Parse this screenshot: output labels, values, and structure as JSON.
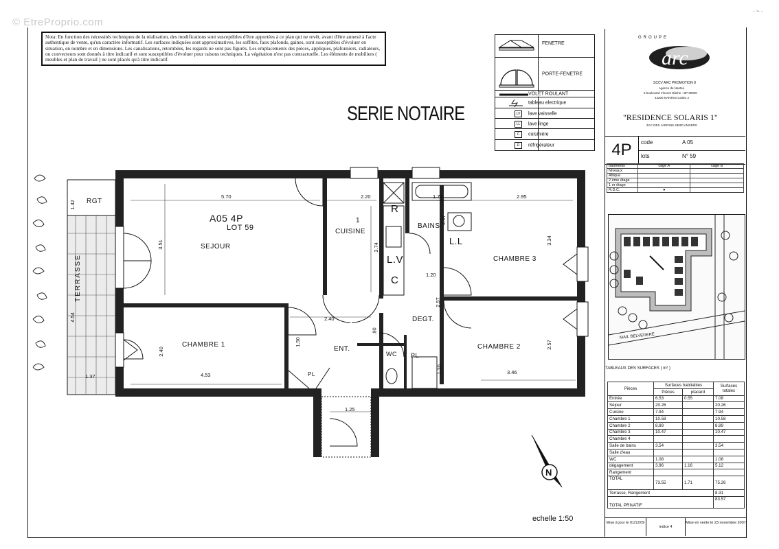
{
  "watermark": "© EtreProprio.com",
  "note": "Nota: En fonction des nécessités techniques de la réalisation, des modifications sont susceptibles d'être apportées à ce plan qui ne revêt, avant d'être annexé à l'acte authentique de vente, qu'un caractère informatif. Les surfaces indiquées sont approximatives, les soffites, faux plafonds, gaines, sont susceptibles d'évoluer en situation, en nombre et en dimensions. Les canalisations, retombées, les regards ne sont pas figurés. Les emplacements des pièces, appliques, plafonniers, radiateurs, ou convecteurs sont donnés à titre indicatif et sont susceptibles d'évoluer pour raisons techniques. La végétation n'est pas contractuelle. Les éléments de mobiliers ( meubles et plan de travail ) ne sont placés qu'à titre indicatif.",
  "title": "SERIE NOTAIRE",
  "legend": [
    {
      "label": "FENETRE"
    },
    {
      "label": "PORTE-FENETRE"
    },
    {
      "label": "VOLET ROULANT"
    },
    {
      "label": "tableau electrique"
    },
    {
      "label": "lave vaisselle",
      "code": "LV"
    },
    {
      "label": "lave linge",
      "code": "LL"
    },
    {
      "label": "cuisinière",
      "code": "C"
    },
    {
      "label": "réfrigérateur",
      "code": "R"
    }
  ],
  "brand": {
    "group": "GROUPE",
    "logo": "arc",
    "company": "SCCV ARC PROMOTION 8",
    "agency": "Agence de Nantes",
    "address1": "5 boulevard Vincent Gâche - BP 80000",
    "address2": "44200 NANTES Cedex 2"
  },
  "residence": "\"RESIDENCE SOLARIS 1\"",
  "residence_sub": "ZAC DES JARDINS 49000 ANGERS",
  "type_big": "4P",
  "code_label": "code",
  "code_value": "A 05",
  "lots_label": "lots",
  "lots_value": "N° 59",
  "bat_rows": [
    {
      "label": "bâtiments",
      "a": "cage A",
      "b": "cage B"
    },
    {
      "label": "Niveaux",
      "a": "",
      "b": ""
    },
    {
      "label": "Attique",
      "a": "",
      "b": ""
    },
    {
      "label": "2 ème étage",
      "a": "",
      "b": ""
    },
    {
      "label": "1 er étage",
      "a": "",
      "b": ""
    },
    {
      "label": "R.D.C.",
      "a": "●",
      "b": ""
    }
  ],
  "map_label": "MAIL BELVEDERE",
  "table_title": "TABLEAUX DES SURFACES ( m² )",
  "table_headers": {
    "pieces": "Pièces",
    "habitables": "Surfaces habitables",
    "pieces_col": "Pièces",
    "placard": "placard",
    "totales": "Surfaces totales"
  },
  "table_rows": [
    {
      "name": "Entrée",
      "pieces": "6.53",
      "placard": "0.55",
      "total": "7.08"
    },
    {
      "name": "Séjour",
      "pieces": "20.26",
      "placard": "",
      "total": "20.26"
    },
    {
      "name": "Cuisine",
      "pieces": "7.94",
      "placard": "",
      "total": "7.94"
    },
    {
      "name": "Chambre 1",
      "pieces": "10.58",
      "placard": "",
      "total": "10.58"
    },
    {
      "name": "Chambre 2",
      "pieces": "8.89",
      "placard": "",
      "total": "8.89"
    },
    {
      "name": "Chambre 3",
      "pieces": "10.47",
      "placard": "",
      "total": "10.47"
    },
    {
      "name": "Chambre 4",
      "pieces": "",
      "placard": "",
      "total": ""
    },
    {
      "name": "Salle de bains",
      "pieces": "3.54",
      "placard": "",
      "total": "3.54"
    },
    {
      "name": "Salle d'eau",
      "pieces": "",
      "placard": "",
      "total": ""
    },
    {
      "name": "WC",
      "pieces": "1.08",
      "placard": "",
      "total": "1.08"
    },
    {
      "name": "dégagement",
      "pieces": "3.96",
      "placard": "1.16",
      "total": "5.12"
    },
    {
      "name": "Rangement",
      "pieces": "",
      "placard": "",
      "total": ""
    }
  ],
  "total_row": {
    "name": "TOTAL",
    "pieces": "73.55",
    "placard": "1.71",
    "total": "75.26"
  },
  "terrasse": {
    "name": "Terrasse, Rangement",
    "total": "8.31"
  },
  "total_privatif": {
    "name": "TOTAL PRIVATIF",
    "total": "83.57"
  },
  "footer": {
    "maj": "Mise à jour le 01/12/09",
    "indice": "indice 4",
    "vente": "Mise en vente le 23 novembre 2007"
  },
  "scale": "echelle 1:50",
  "plan": {
    "lot_title": "A05  4P",
    "lot_sub": "LOT 59",
    "rooms": {
      "rgt": "RGT",
      "terrasse": "TERRASSE",
      "sejour": "SEJOUR",
      "cuisine": "CUISINE",
      "bains": "BAINS",
      "chambre3": "CHAMBRE 3",
      "chambre1": "CHAMBRE 1",
      "chambre2": "CHAMBRE 2",
      "degt": "DEGT.",
      "ent": "ENT.",
      "wc": "WC",
      "pl1": "PL",
      "pl2": "PL",
      "r": "R",
      "lv": "L.V",
      "c": "C",
      "ll": "L.L",
      "one": "1"
    },
    "dims": {
      "d570": "5.70",
      "d351": "3.51",
      "d220": "2.20",
      "d171": "1.71",
      "d295": "2.95",
      "d142": "1.42",
      "d374": "3.74",
      "d207": "2.07",
      "d334": "3.34",
      "d120a": "1.20",
      "d257a": "2.57",
      "d454": "4.54",
      "d240a": "2.40",
      "d240b": "2.40",
      "d150": "1.50",
      "d90": ".90",
      "d453": "4.53",
      "d137": "1.37",
      "d125": "1.25",
      "d120b": "1.20",
      "d346": "3.46",
      "d257b": "2.57"
    }
  }
}
